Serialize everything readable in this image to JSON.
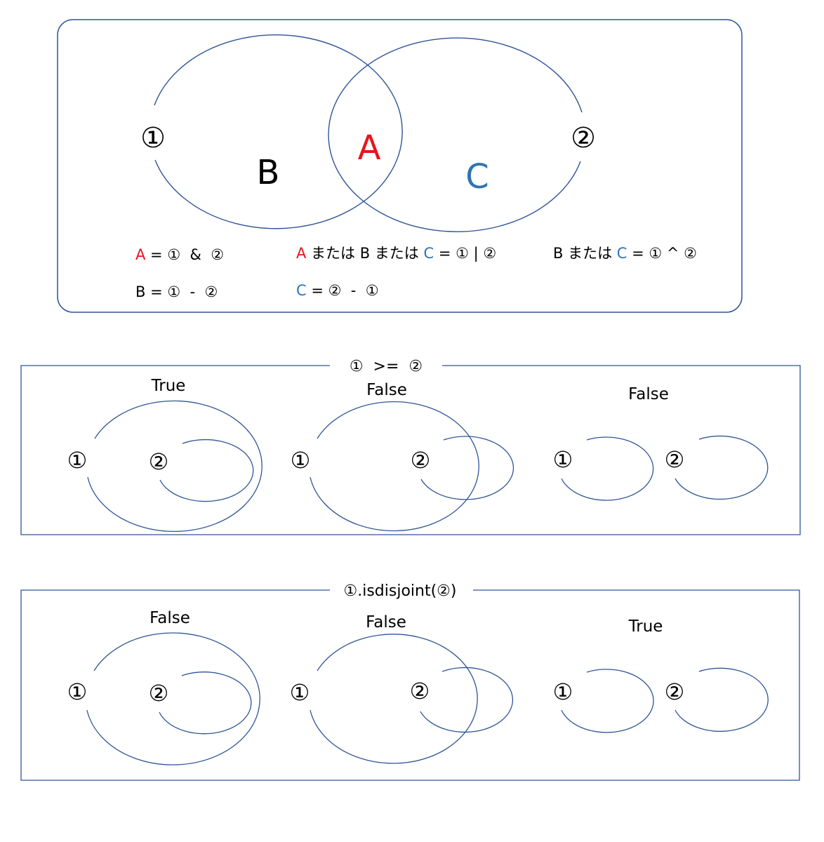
{
  "colors": {
    "stroke": "#2f5597",
    "red": "#e8141e",
    "blue": "#2e75b6",
    "text": "#000000"
  },
  "venn": {
    "set1": "①",
    "set2": "②",
    "region_a": "A",
    "region_b": "B",
    "region_c": "C",
    "formulas": {
      "intersection": {
        "a": "A",
        "rest": " = ①  &  ②"
      },
      "difference_b": {
        "text": "B = ①  -  ②"
      },
      "union": {
        "a": "A",
        "mid1": " または B または ",
        "c": "C",
        "rest": " = ① | ②"
      },
      "difference_c": {
        "c": "C",
        "rest": " = ②  -  ①"
      },
      "symmetric": {
        "b": "B または ",
        "c": "C",
        "rest": " = ① ^ ②"
      }
    }
  },
  "superset_panel": {
    "title": "①  >=  ②",
    "cases": [
      {
        "result": "True",
        "left": "①",
        "right": "②",
        "relation": "contains"
      },
      {
        "result": "False",
        "left": "①",
        "right": "②",
        "relation": "overlaps"
      },
      {
        "result": "False",
        "left": "①",
        "right": "②",
        "relation": "disjoint"
      }
    ]
  },
  "disjoint_panel": {
    "title": "①.isdisjoint(②)",
    "cases": [
      {
        "result": "False",
        "left": "①",
        "right": "②",
        "relation": "contains"
      },
      {
        "result": "False",
        "left": "①",
        "right": "②",
        "relation": "overlaps"
      },
      {
        "result": "True",
        "left": "①",
        "right": "②",
        "relation": "disjoint"
      }
    ]
  }
}
